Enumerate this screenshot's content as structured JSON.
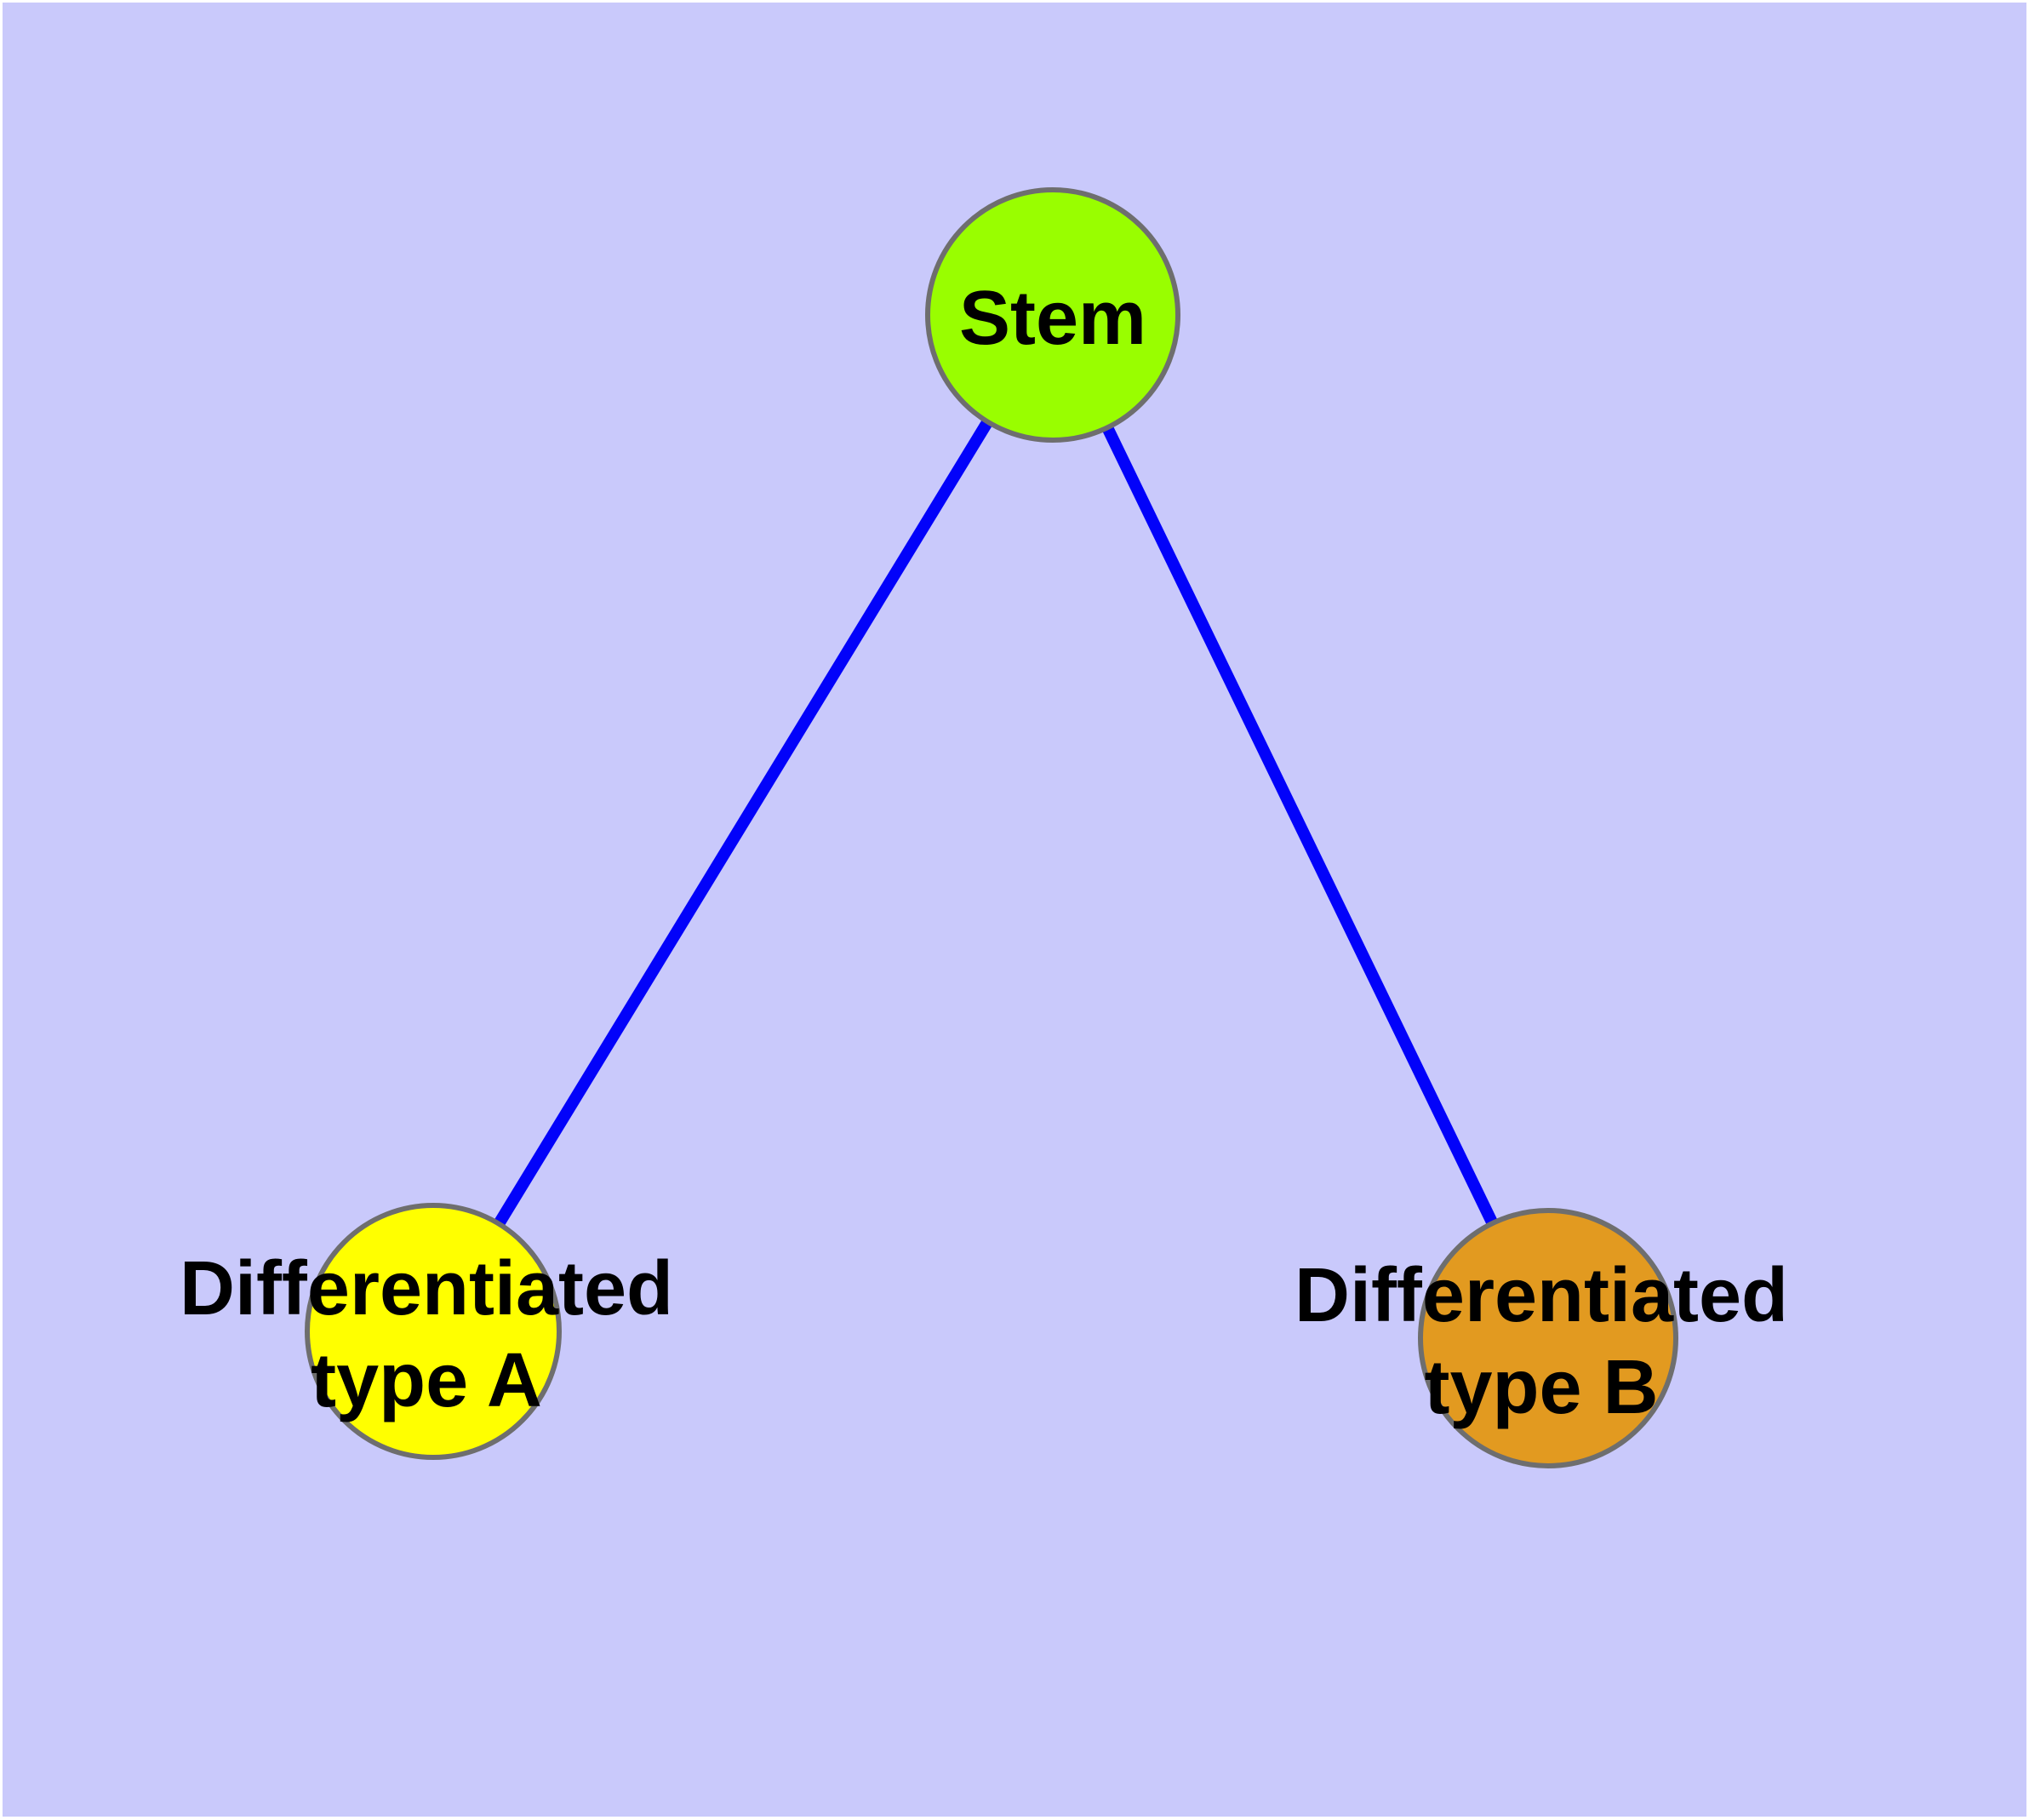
{
  "diagram": {
    "type": "graph",
    "frame_color": "#FFFFFF",
    "panel_color": "#C9C9FB",
    "edge_color": "#0202FA",
    "node_border_color": "#6E6E6E",
    "label_color": "#000000",
    "nodes": [
      {
        "id": "stem",
        "label": "Stem",
        "label_lines": [
          "Stem"
        ],
        "fill": "#99FE00"
      },
      {
        "id": "differentiated-type-a",
        "label": "Differentiated type A",
        "label_lines": [
          "Differentiated",
          "type A"
        ],
        "fill": "#FFFF00"
      },
      {
        "id": "differentiated-type-b",
        "label": "Differentiated type B",
        "label_lines": [
          "Differentiated",
          "type B"
        ],
        "fill": "#E29A20"
      }
    ],
    "edges": [
      {
        "from": "stem",
        "to": "differentiated-type-a"
      },
      {
        "from": "stem",
        "to": "differentiated-type-b"
      }
    ]
  }
}
